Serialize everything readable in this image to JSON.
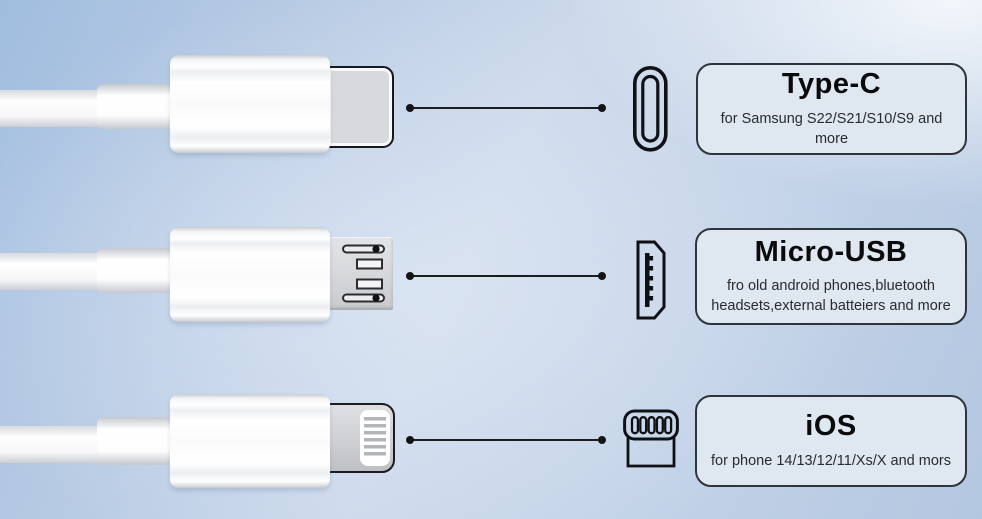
{
  "connectors": [
    {
      "id": "type-c",
      "title": "Type-C",
      "description": "for Samsung S22/S21/S10/S9 and more",
      "plug": "usb-c-plug",
      "port_icon": "usb-c-port-icon"
    },
    {
      "id": "micro-usb",
      "title": "Micro-USB",
      "description": "fro old android phones,bluetooth\nheadsets,external batteiers and more",
      "plug": "micro-usb-plug",
      "port_icon": "micro-usb-port-icon"
    },
    {
      "id": "ios",
      "title": "iOS",
      "description": "for phone 14/13/12/11/Xs/X and mors",
      "plug": "lightning-plug",
      "port_icon": "lightning-port-icon"
    }
  ],
  "colors": {
    "background_blue": "#aac4e2",
    "background_highlight": "#eef2f7",
    "info_box_fill": "#dfe7f1",
    "info_box_border": "#2f343a",
    "callout_line": "#1c1c1c",
    "plug_metal": "#d6d7da",
    "cable_white": "#fdfdfe",
    "icon_stroke": "#101114"
  }
}
